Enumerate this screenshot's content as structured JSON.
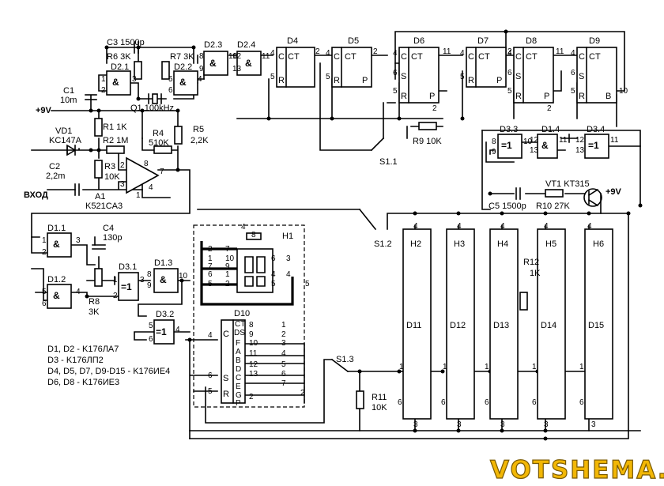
{
  "watermark": "VOTSHEMA.RU",
  "supply": {
    "plus9_left": "+9V",
    "plus9_right": "+9V",
    "input": "ВХОД"
  },
  "components": {
    "C3": "C3 1500p",
    "R6": "R6 3K",
    "R7": "R7 3K",
    "Q1": "Q1 100kHz",
    "C1": "C1",
    "C1v": "10m",
    "R1": "R1 1K",
    "VD1": "VD1",
    "VD1t": "KC147A",
    "R2": "R2 1M",
    "R3": "R3",
    "R3v": "10K",
    "C2": "C2",
    "C2v": "2,2m",
    "R4": "R4",
    "R4v": "510K",
    "R5": "R5",
    "R5v": "2,2K",
    "A1": "A1",
    "A1t": "K521CA3",
    "C4": "C4",
    "C4v": "130p",
    "R8": "R8",
    "R8v": "3K",
    "R9": "R9 10K",
    "R10": "R10 27K",
    "R11": "R11",
    "R11v": "10K",
    "R12": "R12",
    "R12v": "1K",
    "C5": "C5 1500p",
    "VT1": "VT1 KT315",
    "H1": "H1",
    "S11": "S1.1",
    "S12": "S1.2",
    "S13": "S1.3"
  },
  "chips": {
    "D21": "D2.1",
    "D22": "D2.2",
    "D23": "D2.3",
    "D24": "D2.4",
    "D4": "D4",
    "D5": "D5",
    "D6": "D6",
    "D7": "D7",
    "D8": "D8",
    "D9": "D9",
    "D11": "D1.1",
    "D12": "D1.2",
    "D13": "D1.3",
    "D14": "D1.4",
    "D31": "D3.1",
    "D32": "D3.2",
    "D33": "D3.3",
    "D34": "D3.4",
    "D10": "D10",
    "D11c": "D11",
    "D12c": "D12",
    "D13c": "D13",
    "D14c": "D14",
    "D15c": "D15",
    "H2": "H2",
    "H3": "H3",
    "H4": "H4",
    "H5": "H5",
    "H6": "H6"
  },
  "legend": [
    "D1, D2 - K176ЛA7",
    "D3 - K176ЛП2",
    "D4, D5, D7, D9-D15 - K176ИE4",
    "D6, D8 - K176ИE3"
  ],
  "symbols": {
    "and": "&",
    "xor": "=1",
    "ct": "CT",
    "r": "R",
    "c": "C",
    "p": "P",
    "s": "S",
    "b": "B",
    "ds": "DS"
  }
}
